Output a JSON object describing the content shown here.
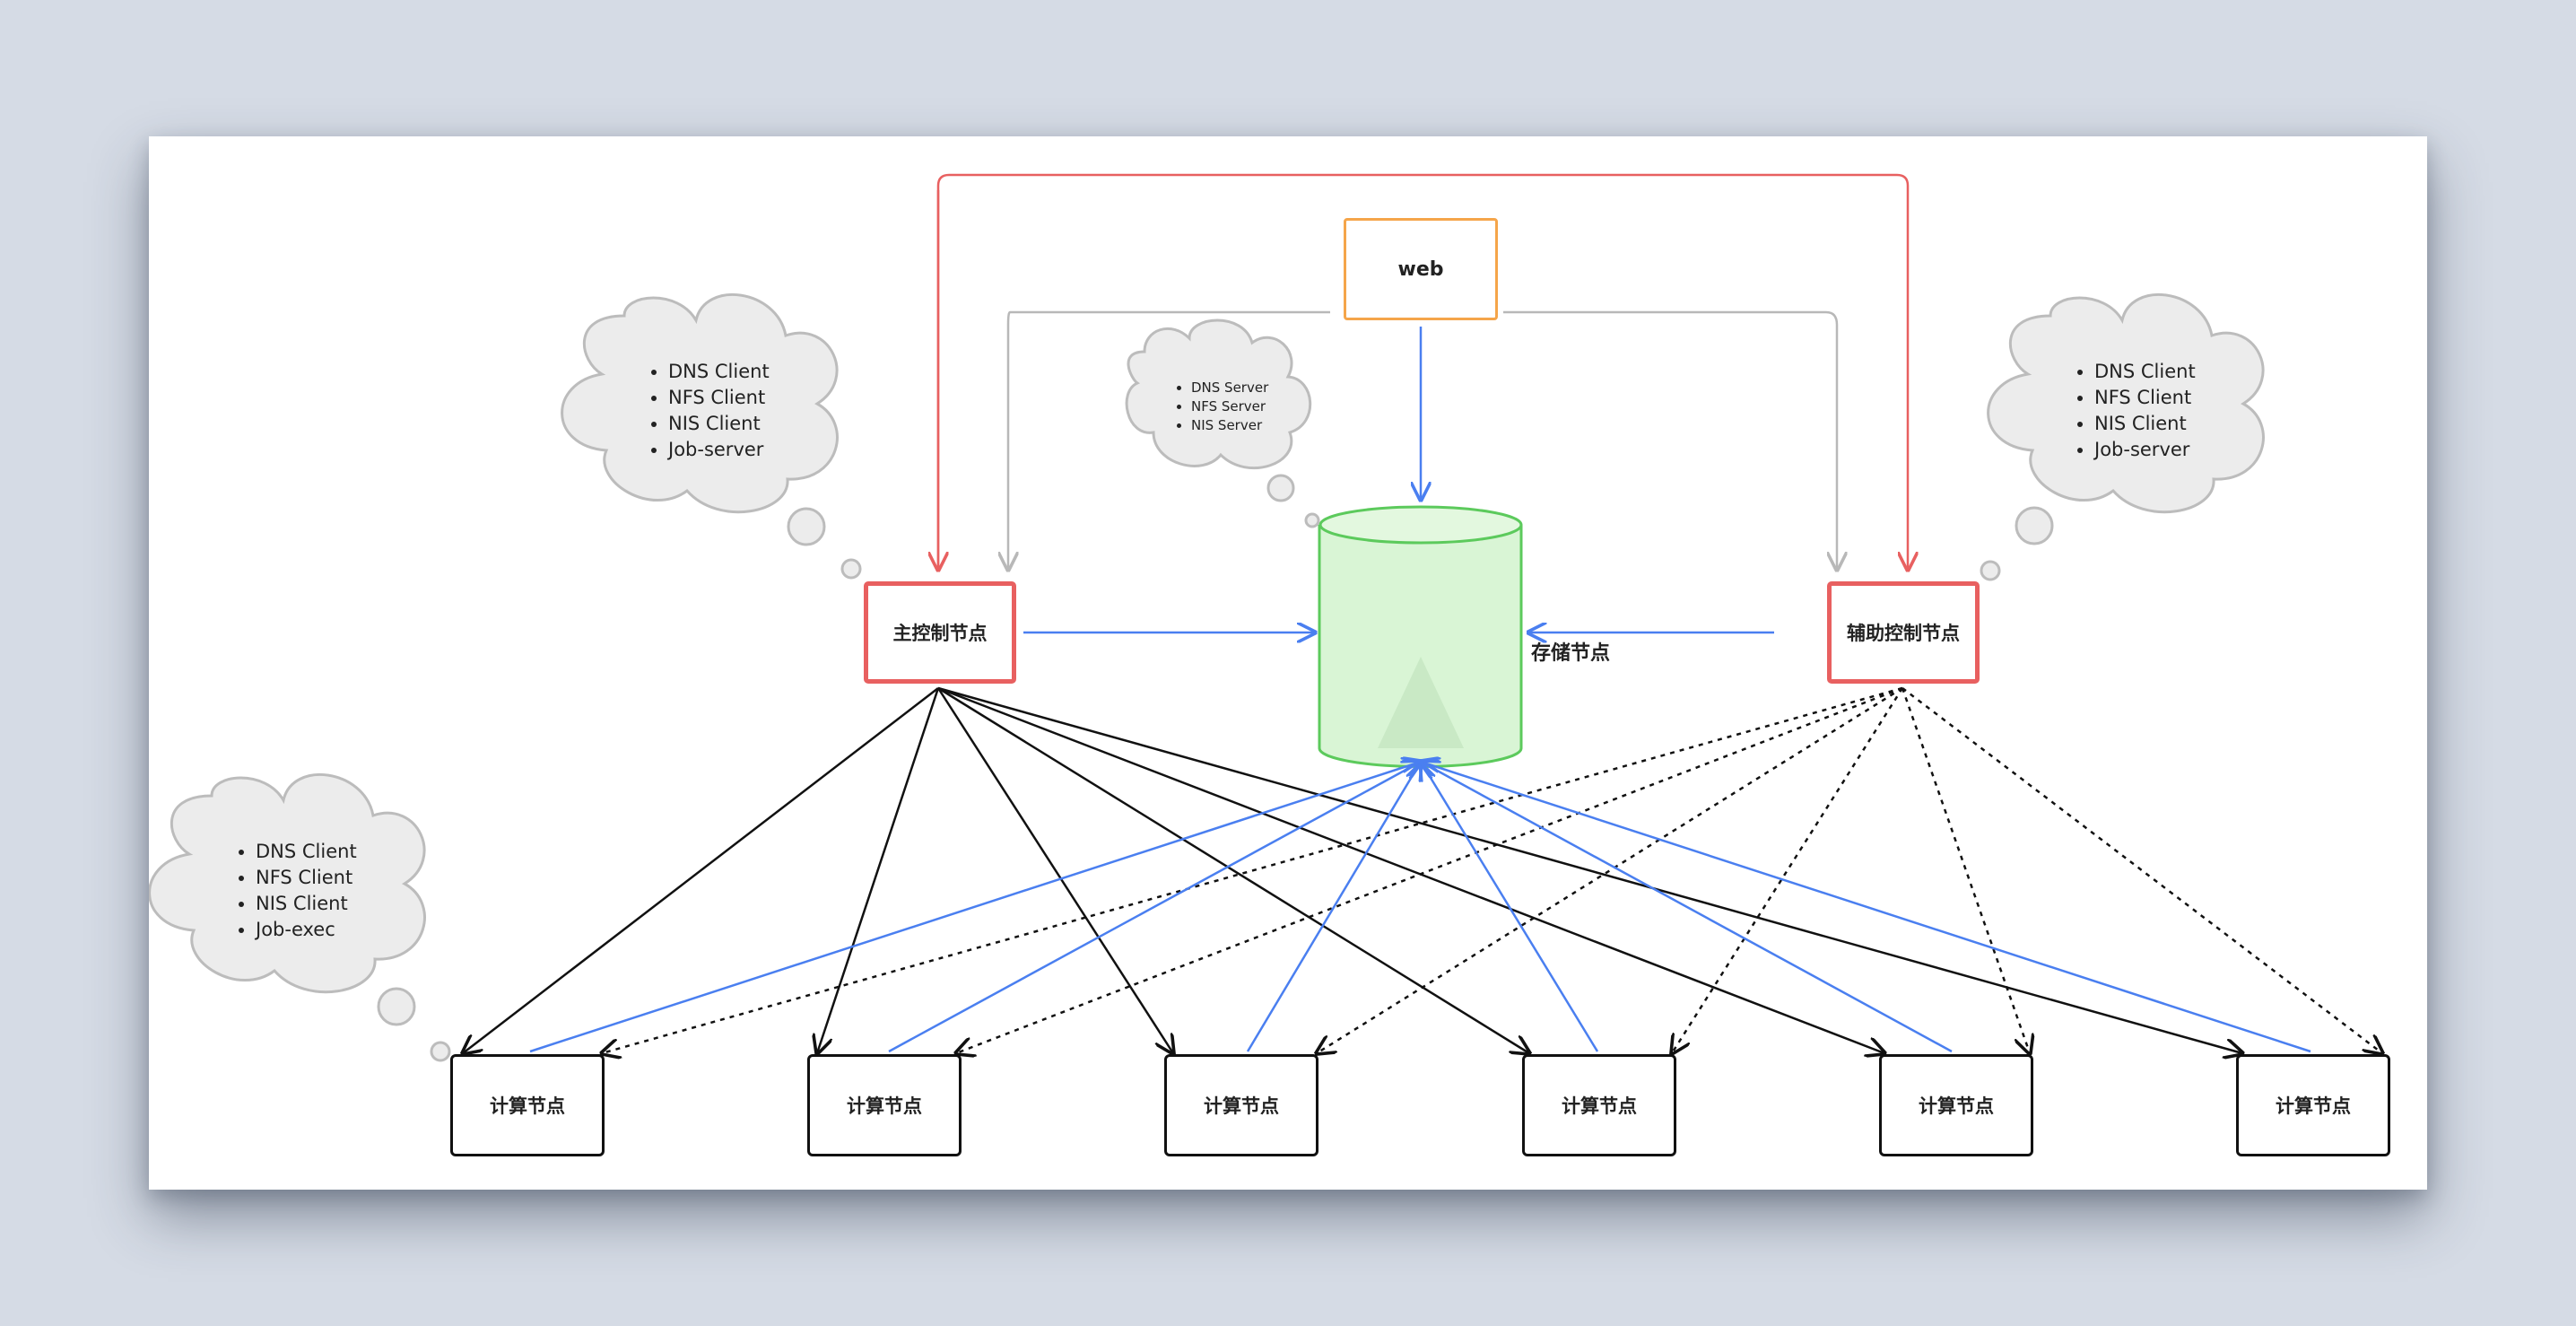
{
  "nodes": {
    "web": "web",
    "main_ctrl": "主控制节点",
    "aux_ctrl": "辅助控制节点",
    "storage": "存储节点",
    "compute": [
      "计算节点",
      "计算节点",
      "计算节点",
      "计算节点",
      "计算节点",
      "计算节点"
    ]
  },
  "clouds": {
    "main_ctrl": [
      "DNS Client",
      "NFS Client",
      "NIS Client",
      "Job-server"
    ],
    "storage": [
      "DNS Server",
      "NFS Server",
      "NIS Server"
    ],
    "aux_ctrl": [
      "DNS Client",
      "NFS Client",
      "NIS Client",
      "Job-server"
    ],
    "compute": [
      "DNS Client",
      "NFS Client",
      "NIS Client",
      "Job-exec"
    ]
  },
  "colors": {
    "background": "#d5dbe5",
    "web_border": "#f5a54a",
    "ctrl_border": "#e86060",
    "storage_fill": "#d9f5d5",
    "storage_stroke": "#5cca5c",
    "blue_arrow": "#4a7ff0",
    "gray_arrow": "#b8b8b8",
    "red_arrow": "#e86060"
  }
}
